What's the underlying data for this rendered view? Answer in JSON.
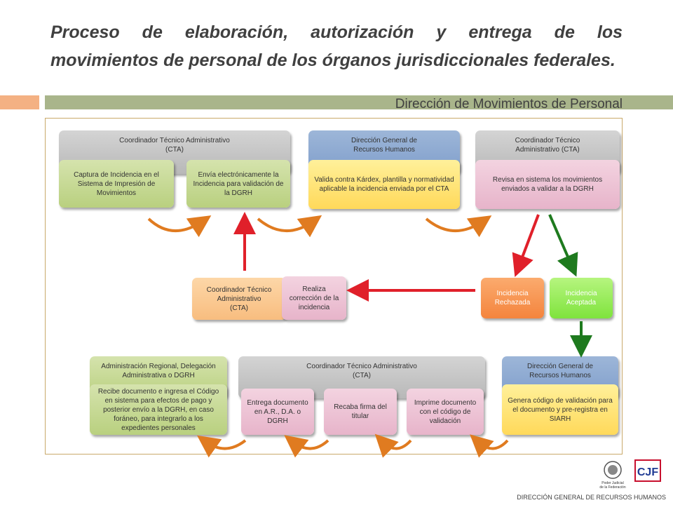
{
  "title": {
    "line1": "Proceso de elaboración, autorización y entrega de los",
    "line2": "movimientos de personal de los órganos jurisdiccionales federales."
  },
  "subtitle": "Dirección de Movimientos de Personal",
  "row1": {
    "cta_header": {
      "line1": "Coordinador Técnico Administrativo",
      "line2": "(CTA)"
    },
    "captura": "Captura de Incidencia en el Sistema de Impresión de Movimientos",
    "envia": "Envía electrónicamente la Incidencia para validación de la DGRH",
    "dgrh_header": {
      "line1": "Dirección General de",
      "line2": "Recursos Humanos"
    },
    "valida": "Valida contra Kárdex, plantilla y normatividad aplicable la incidencia enviada por el CTA",
    "cta2_header": {
      "line1": "Coordinador Técnico",
      "line2": "Administrativo (CTA)"
    },
    "revisa": "Revisa en sistema los movimientos enviados a validar a la DGRH"
  },
  "row2": {
    "cta_header": {
      "line1": "Coordinador Técnico",
      "line2": "Administrativo",
      "line3": "(CTA)"
    },
    "realiza": "Realiza corrección de la incidencia",
    "rechazada": "Incidencia Rechazada",
    "aceptada": "Incidencia Aceptada"
  },
  "row3": {
    "admin_header": {
      "line1": "Administración Regional, Delegación",
      "line2": "Administrativa o DGRH"
    },
    "recibe": "Recibe documento e ingresa el Código en sistema para efectos de pago y posterior envío a la DGRH, en caso foráneo, para integrarlo a los expedientes personales",
    "cta_header": {
      "line1": "Coordinador Técnico Administrativo",
      "line2": "(CTA)"
    },
    "entrega": "Entrega documento en A.R., D.A. o DGRH",
    "recaba": "Recaba firma del titular",
    "imprime": "Imprime documento con el código de validación",
    "dgrh_header": {
      "line1": "Dirección General de",
      "line2": "Recursos Humanos"
    },
    "genera": "Genera código de validación para el documento y pre-registra en SIARH"
  },
  "footer": {
    "text": "DIRECCIÓN GENERAL DE RECURSOS HUMANOS",
    "logo1_text": "Poder Judicial de la Federación",
    "logo2_text": "CJF"
  },
  "colors": {
    "gray": "#c6c6c6",
    "green": "#b9d07f",
    "blue": "#7f9ecb",
    "yellow": "#ffd95a",
    "pink": "#e7b4ca",
    "peach": "#f8bd7f",
    "orange": "#f4843d",
    "lime": "#7fe33d",
    "arrow_orange": "#e07b20",
    "arrow_red": "#e0202a",
    "arrow_green": "#1e7a1e"
  }
}
